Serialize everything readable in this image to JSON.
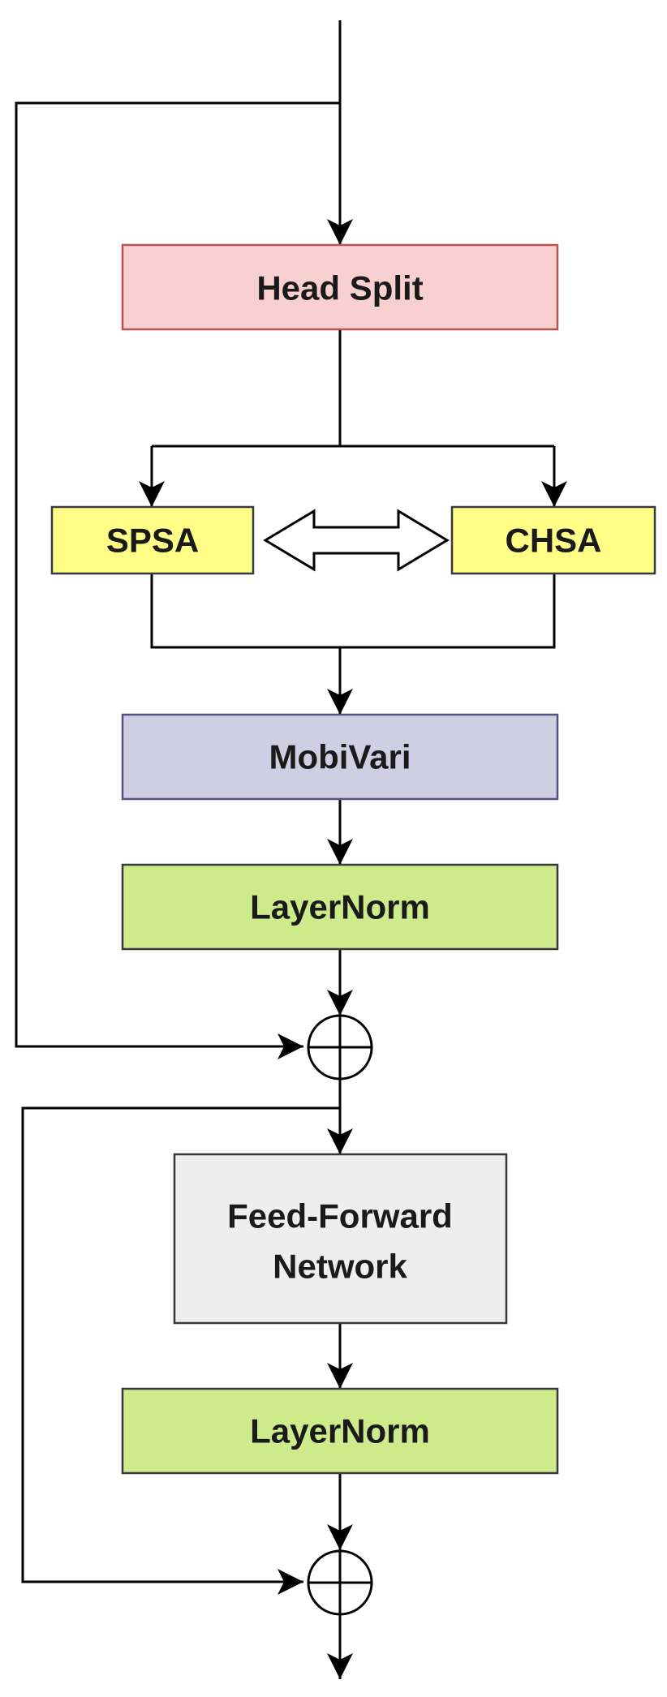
{
  "diagram": {
    "blocks": {
      "head_split": {
        "label": "Head Split",
        "fill": "#f8d0cf",
        "stroke": "#b85450"
      },
      "spsa": {
        "label": "SPSA",
        "fill": "#ffff88",
        "stroke": "#36393d"
      },
      "chsa": {
        "label": "CHSA",
        "fill": "#ffff88",
        "stroke": "#36393d"
      },
      "mobivari": {
        "label": "MobiVari",
        "fill": "#d0cee2",
        "stroke": "#56517e"
      },
      "layernorm_1": {
        "label": "LayerNorm",
        "fill": "#cdeb8b",
        "stroke": "#36393d"
      },
      "ffn": {
        "label_line1": "Feed-Forward",
        "label_line2": "Network",
        "fill": "#eeeeee",
        "stroke": "#36393d"
      },
      "layernorm_2": {
        "label": "LayerNorm",
        "fill": "#cdeb8b",
        "stroke": "#36393d"
      }
    },
    "symbols": {
      "add_1": "add-circle",
      "add_2": "add-circle",
      "exchange": "double-arrow"
    }
  }
}
